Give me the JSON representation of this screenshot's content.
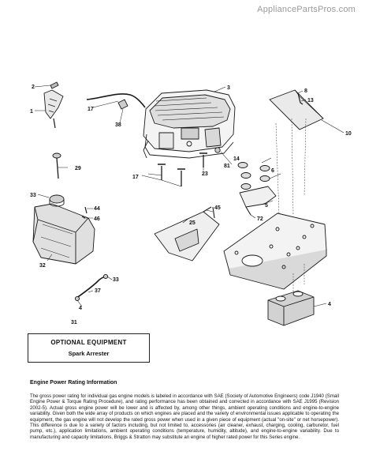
{
  "watermark": "AppliancePartsPros.com",
  "callouts": [
    "1",
    "2",
    "3",
    "4",
    "5",
    "6",
    "8",
    "10",
    "13",
    "14",
    "17",
    "17",
    "23",
    "25",
    "29",
    "31",
    "32",
    "33",
    "33",
    "37",
    "38",
    "44",
    "45",
    "46",
    "72",
    "81"
  ],
  "optional_equipment": {
    "heading": "OPTIONAL EQUIPMENT",
    "item": "Spark Arrester"
  },
  "engine_rating": {
    "title": "Engine Power Rating Information",
    "body": "The gross power rating for individual gas engine models is labeled in accordance with SAE (Society of Automotive Engineers) code J1940 (Small Engine Power & Torque Rating Procedure), and rating performance has been obtained and corrected in accordance with SAE J1995 (Revision 2002-5). Actual gross engine power will be lower and is affected by, among other things, ambient operating conditions and engine-to-engine variability. Given both the wide array of products on which engines are placed and the variety of environmental issues applicable to operating the equipment, the gas engine will not develop the rated gross power when used in a given piece of equipment (actual \"on-site\" or net horsepower). This difference is due to a variety of factors including, but not limited to, accessories (air cleaner, exhaust, charging, cooling, carburetor, fuel pump, etc.), application limitations, ambient operating conditions (temperature, humidity, altitude), and engine-to-engine variability. Due to manufacturing and capacity limitations, Briggs & Stratton may substitute an engine of higher rated power for this Series engine."
  }
}
